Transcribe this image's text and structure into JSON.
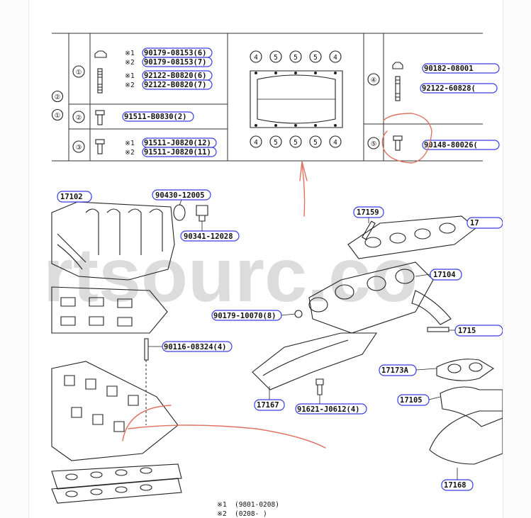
{
  "table": {
    "row_refs": [
      "②",
      "①"
    ],
    "rows": [
      {
        "no": "①",
        "items": [
          {
            "mark": "※1",
            "part": "90179-08153(6)"
          },
          {
            "mark": "※2",
            "part": "90179-08153(7)"
          },
          {
            "mark": "※1",
            "part": "92122-B0820(6)"
          },
          {
            "mark": "※2",
            "part": "92122-B0820(7)"
          }
        ]
      },
      {
        "no": "②",
        "items": [
          {
            "mark": "",
            "part": "91511-B0830(2)"
          }
        ]
      },
      {
        "no": "③",
        "items": [
          {
            "mark": "※1",
            "part": "91511-J0820(12)"
          },
          {
            "mark": "※2",
            "part": "91511-J0820(11)"
          }
        ]
      }
    ],
    "gasket_top_numbers": [
      "4",
      "5",
      "5",
      "5",
      "4"
    ],
    "gasket_bottom_numbers": [
      "4",
      "5",
      "5",
      "5",
      "4"
    ],
    "right_rows": [
      {
        "no": "④",
        "items": [
          "90182-08001",
          "92122-60828("
        ]
      },
      {
        "no": "⑤",
        "items": [
          "90148-80026("
        ]
      }
    ]
  },
  "callouts": [
    {
      "id": "c1",
      "text": "17102"
    },
    {
      "id": "c2",
      "text": "90430-12005"
    },
    {
      "id": "c3",
      "text": "90341-12028"
    },
    {
      "id": "c4",
      "text": "17159"
    },
    {
      "id": "c5",
      "text": "17"
    },
    {
      "id": "c6",
      "text": "17104"
    },
    {
      "id": "c7",
      "text": "90179-10070(8)"
    },
    {
      "id": "c8",
      "text": "1715"
    },
    {
      "id": "c9",
      "text": "90116-08324(4)"
    },
    {
      "id": "c10",
      "text": "17173A"
    },
    {
      "id": "c11",
      "text": "17167"
    },
    {
      "id": "c12",
      "text": "91621-J0612(4)"
    },
    {
      "id": "c13",
      "text": "17105"
    },
    {
      "id": "c14",
      "text": "17168"
    }
  ],
  "watermark": "rtsourc.co",
  "footnotes": [
    {
      "mark": "※1",
      "text": "(9801-0208)"
    },
    {
      "mark": "※2",
      "text": "(0208-      )"
    }
  ],
  "colors": {
    "callout_border": "#3a3ee0",
    "annotation_ink": "#e0715f",
    "watermark": "#dcdcdc"
  }
}
